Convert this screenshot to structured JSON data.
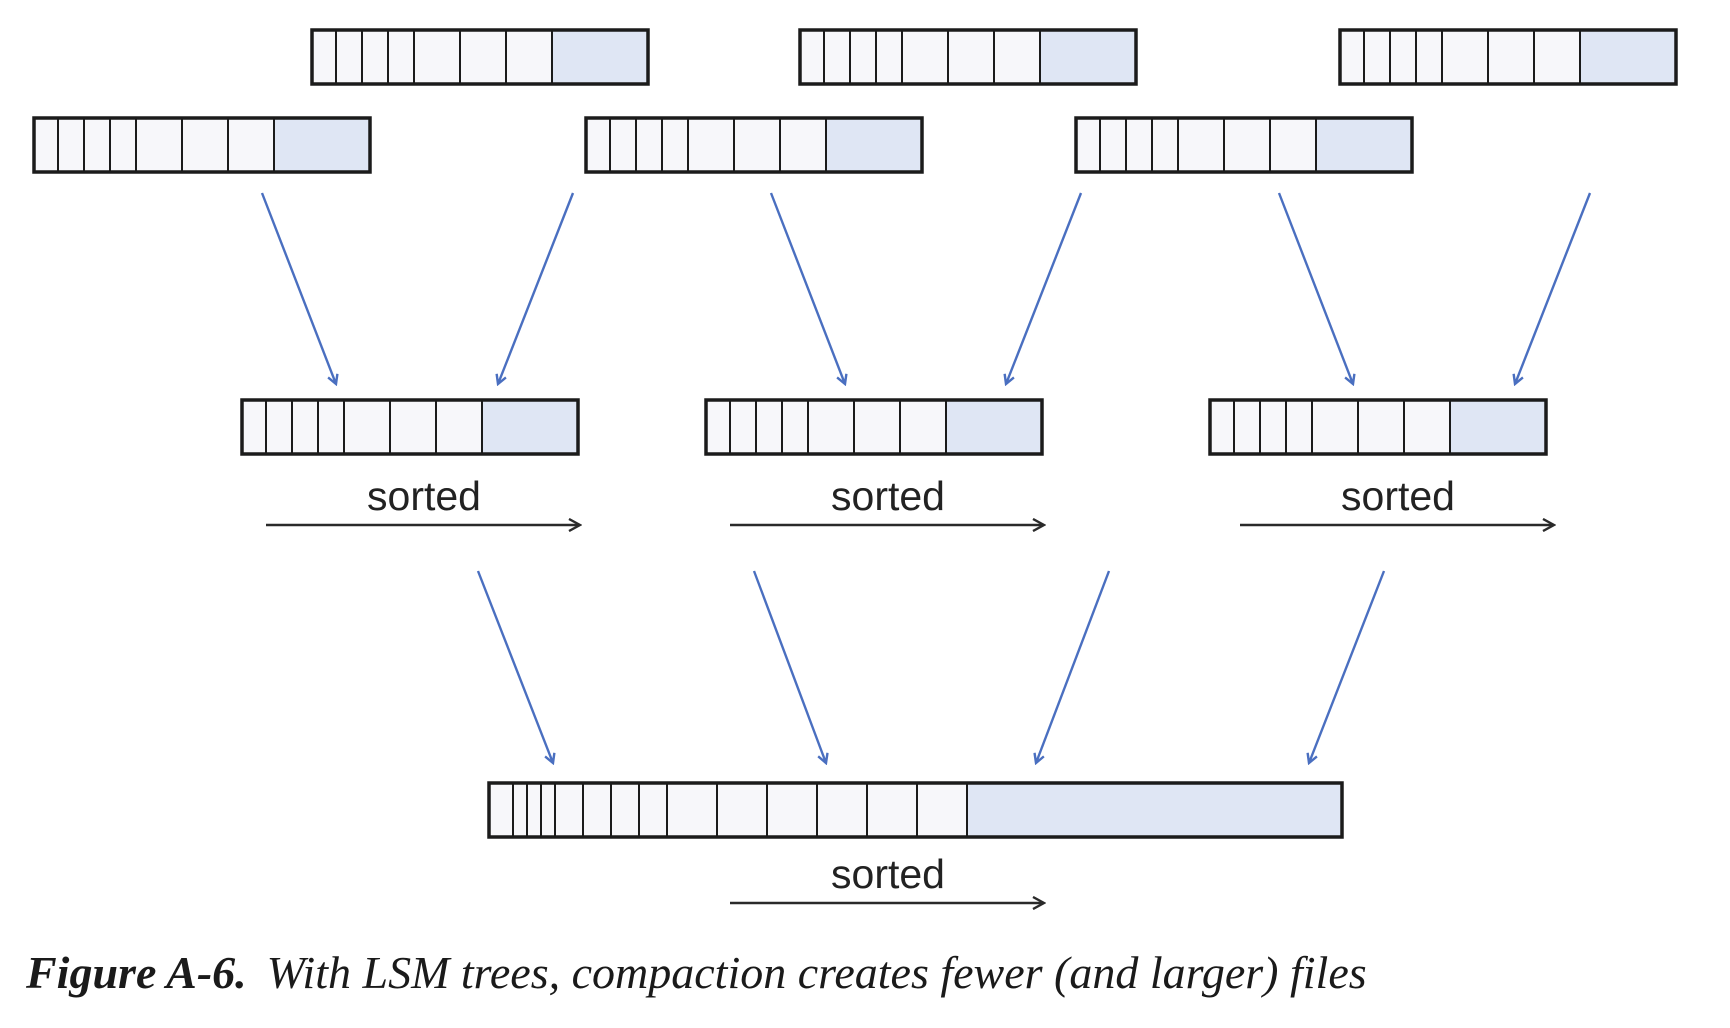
{
  "diagram": {
    "colors": {
      "cell_fill": "#f7f7fa",
      "cell_border": "#1b1b1b",
      "highlight_fill": "#dfe6f4",
      "arrow_blue": "#4a6fc0",
      "sorted_arrow": "#2a2a2a"
    },
    "levels": [
      {
        "level": 0,
        "files": 6,
        "arrows_out": "to level 1"
      },
      {
        "level": 1,
        "files": 3,
        "arrows_out": "to level 2",
        "label": "sorted"
      },
      {
        "level": 2,
        "files": 1,
        "label": "sorted"
      }
    ],
    "sorted_labels": [
      "sorted",
      "sorted",
      "sorted",
      "sorted"
    ]
  },
  "caption": {
    "figure_label": "Figure A-6.",
    "text": "With LSM trees, compaction creates fewer (and larger) files"
  }
}
